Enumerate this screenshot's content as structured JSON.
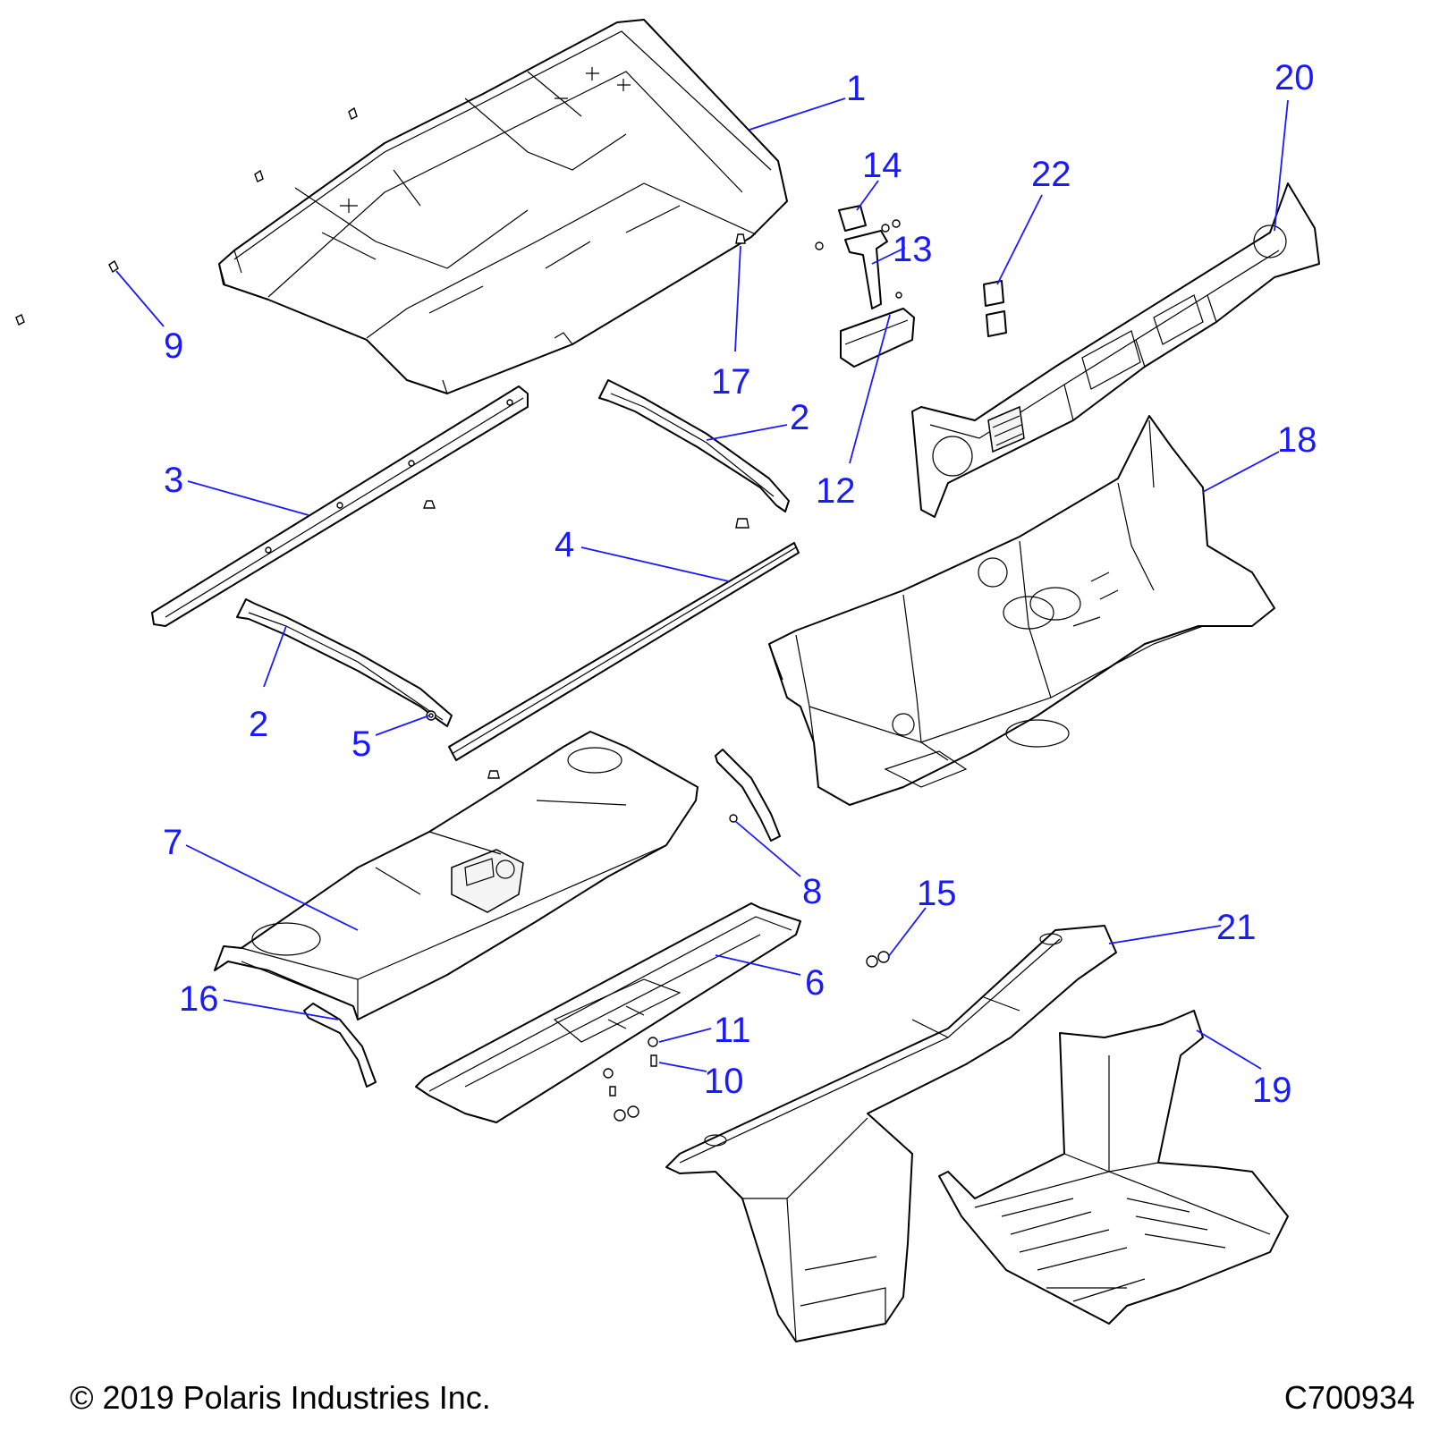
{
  "callouts": {
    "c1": "1",
    "c2a": "2",
    "c2b": "2",
    "c3": "3",
    "c4": "4",
    "c5": "5",
    "c6": "6",
    "c7": "7",
    "c8": "8",
    "c9": "9",
    "c10": "10",
    "c11": "11",
    "c12": "12",
    "c13": "13",
    "c14": "14",
    "c15": "15",
    "c16": "16",
    "c17": "17",
    "c18": "18",
    "c19": "19",
    "c20": "20",
    "c21": "21",
    "c22": "22"
  },
  "footer": {
    "copyright": "© 2019 Polaris Industries Inc.",
    "drawing_number": "C700934"
  },
  "colors": {
    "callout": "#1a1aff",
    "line": "#000000",
    "background": "#ffffff"
  }
}
